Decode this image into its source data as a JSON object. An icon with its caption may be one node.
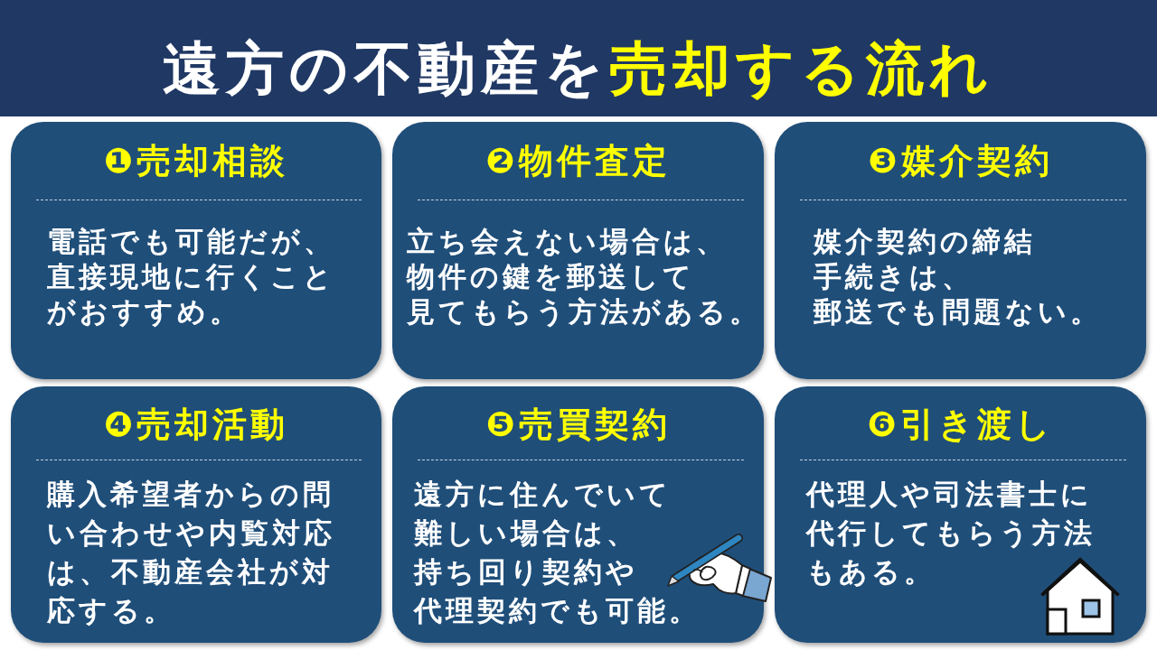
{
  "diagram": {
    "title": "遠方の不動産を**売却する流れ**",
    "nodes": [
      {
        "text": [
          "❶売却相談",
          "電話でも可能だが、直接現地に行くことがおすすめ。"
        ]
      },
      {
        "text": [
          "❷物件査定",
          "立ち会えない場合は、物件の鍵を郵送して見てもらう方法がある。"
        ]
      },
      {
        "text": [
          "❸媒介契約",
          "媒介契約の締結手続きは、郵送でも問題ない。"
        ]
      },
      {
        "text": [
          "❹売却活動",
          "購入希望者からの問い合わせや内覧対応は、不動産会社が対応する。"
        ]
      },
      {
        "text": [
          "❺売買契約",
          "遠方に住んでいて難しい場合は、持ち回り契約や代理契約でも可能。"
        ]
      },
      {
        "text": [
          "❻引き渡し",
          "代理人や司法書士に代行してもらう方法もある。"
        ]
      }
    ]
  }
}
